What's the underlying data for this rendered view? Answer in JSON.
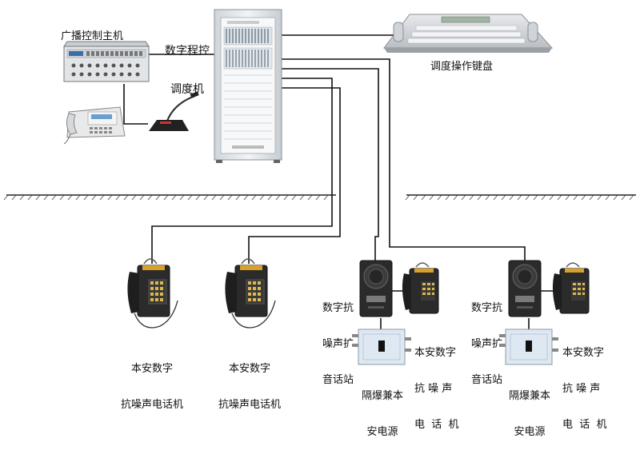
{
  "labels": {
    "broadcast_host": "广播控制主机",
    "dispatcher_line1": "数字程控",
    "dispatcher_line2": "调度机",
    "keyboard": "调度操作键盘",
    "phone1_line1": "本安数字",
    "phone1_line2": "抗噪声电话机",
    "phone2_line1": "本安数字",
    "phone2_line2": "抗噪声电话机",
    "station1_line1": "数字抗",
    "station1_line2": "噪声扩",
    "station1_line3": "音话站",
    "station1_phone_line1": "本安数字",
    "station1_phone_line2": "抗 噪 声",
    "station1_phone_line3": "电  话  机",
    "psu1_line1": "隔爆兼本",
    "psu1_line2": "安电源",
    "station2_line1": "数字抗",
    "station2_line2": "噪声扩",
    "station2_line3": "音话站",
    "station2_phone_line1": "本安数字",
    "station2_phone_line2": "抗 噪 声",
    "station2_phone_line3": "电  话  机",
    "psu2_line1": "隔爆兼本",
    "psu2_line2": "安电源"
  },
  "colors": {
    "line": "#111111",
    "cabinet": "#e9ecef",
    "device_dark": "#2b2b2b",
    "psu_body": "#dde8f2"
  },
  "icons": {
    "broadcast_host": "rack-unit-icon",
    "dispatcher": "server-cabinet-icon",
    "keyboard": "console-keyboard-icon",
    "desk_phone": "desk-phone-icon",
    "microphone": "gooseneck-microphone-icon",
    "explosion_phone": "explosion-proof-phone-icon",
    "speaker_station": "loudspeaker-station-icon",
    "power_supply": "power-supply-box-icon"
  }
}
